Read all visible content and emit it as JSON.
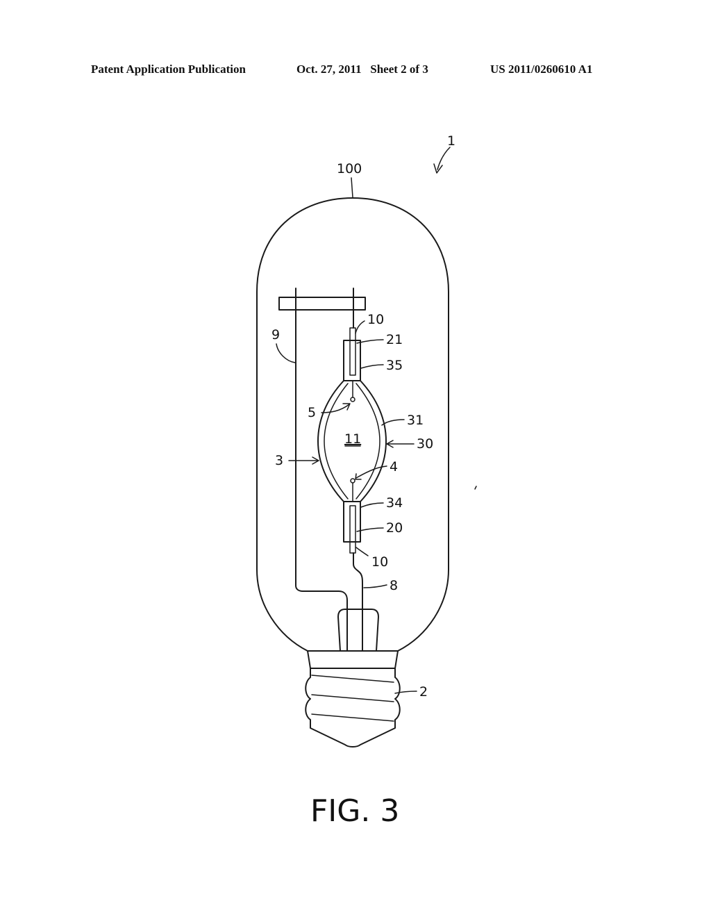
{
  "header": {
    "publication": "Patent Application Publication",
    "date_sheet": "Oct. 27, 2011   Sheet 2 of 3",
    "number": "US 2011/0260610 A1"
  },
  "figure": {
    "caption": "FIG. 3",
    "labels": {
      "lamp": "1",
      "outer_bulb": "100",
      "base": "2",
      "discharge_vessel": "3",
      "electrode_lower": "4",
      "electrode_upper": "5",
      "lead_lower": "8",
      "frame_wire": "9",
      "foil_top": "10",
      "foil_bottom": "10",
      "discharge_space": "11",
      "feedthrough_lower": "20",
      "feedthrough_upper": "21",
      "vessel_assembly": "30",
      "vessel_wall": "31",
      "end_plug_lower": "34",
      "end_plug_upper": "35"
    }
  }
}
